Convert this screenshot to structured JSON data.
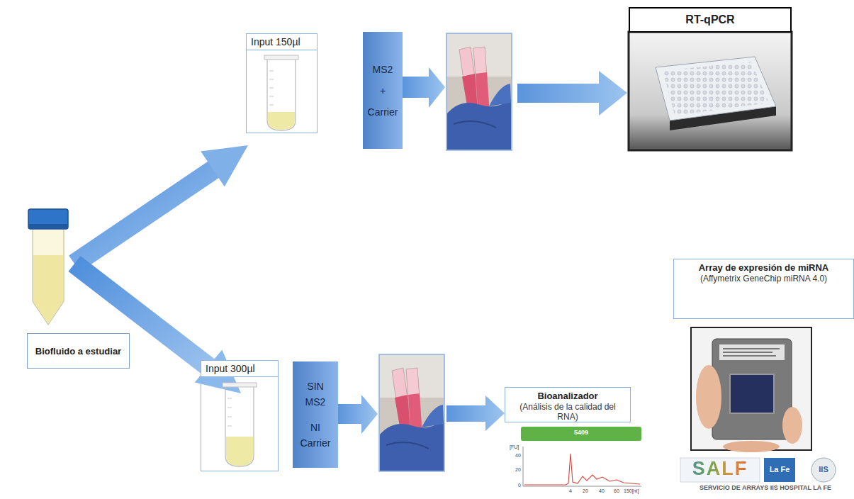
{
  "diagram": {
    "nodes": [
      {
        "text": [
          "Biofluido a estudiar"
        ]
      },
      {
        "text": [
          "Input 150µl"
        ]
      },
      {
        "text": [
          "MS2 + Carrier"
        ]
      },
      {
        "text": [
          "RT-qPCR"
        ]
      },
      {
        "text": [
          "Input 300µl"
        ]
      },
      {
        "text": [
          "SIN MS2",
          "NI Carrier"
        ]
      },
      {
        "text": [
          "Bioanalizador",
          "(Análisis de la calidad del RNA)"
        ]
      },
      {
        "text": [
          "Array de expresión de miRNA",
          "(Affymetrix GeneChip miRNA 4.0)"
        ]
      }
    ],
    "labels": [
      "5409",
      "[FU]",
      "40",
      "20",
      "0",
      "4",
      "20",
      "40",
      "60",
      "150[nt]",
      "SALF",
      "La Fe",
      "IIS",
      "SERVICIO DE ARRAYS IIS HOSPITAL LA FE"
    ]
  }
}
